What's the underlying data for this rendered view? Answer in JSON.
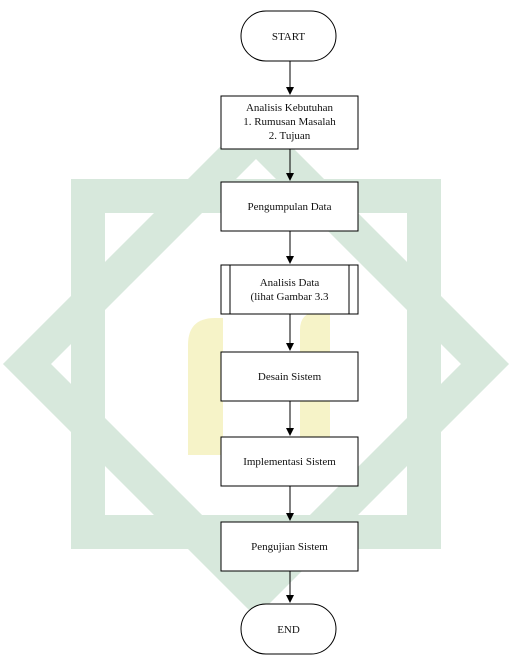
{
  "colors": {
    "watermark_green": "#d7e8dc",
    "watermark_gold": "#f6f3c8",
    "stroke": "#000000",
    "box_fill": "#ffffff"
  },
  "flowchart": {
    "start": "START",
    "steps": [
      {
        "id": "analisis-kebutuhan",
        "lines": [
          "Analisis Kebutuhan",
          "1. Rumusan Masalah",
          "2. Tujuan"
        ]
      },
      {
        "id": "pengumpulan-data",
        "lines": [
          "Pengumpulan Data"
        ]
      },
      {
        "id": "analisis-data",
        "lines": [
          "Analisis Data",
          "(lihat Gambar 3.3"
        ],
        "subprocess": true
      },
      {
        "id": "desain-sistem",
        "lines": [
          "Desain Sistem"
        ]
      },
      {
        "id": "implementasi-sistem",
        "lines": [
          "Implementasi Sistem"
        ]
      },
      {
        "id": "pengujian-sistem",
        "lines": [
          "Pengujian Sistem"
        ]
      }
    ],
    "end": "END"
  }
}
